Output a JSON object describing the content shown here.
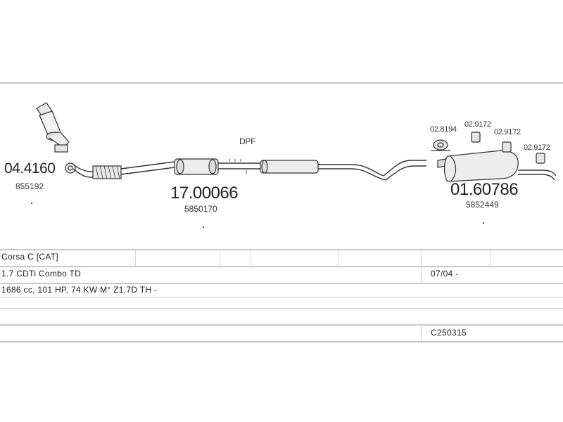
{
  "diagram": {
    "parts": [
      {
        "part_number": "04.4160",
        "oem": "855192"
      },
      {
        "part_number": "17.00066",
        "oem": "5850170",
        "label": "DPF"
      },
      {
        "part_number": "01.60786",
        "oem": "5852449"
      },
      {
        "part_number": "02.8194"
      },
      {
        "part_number": "02.9172"
      },
      {
        "part_number": "02.9172"
      },
      {
        "part_number": "02.9172"
      }
    ]
  },
  "table": {
    "model": "Corsa C  [CAT]",
    "engine": "1.7 CDTi Combo TD",
    "date_range": "07/04 -",
    "specs": "1686 cc, 101 HP, 74 KW M° Z1.7D TH -",
    "code": "C250315"
  }
}
